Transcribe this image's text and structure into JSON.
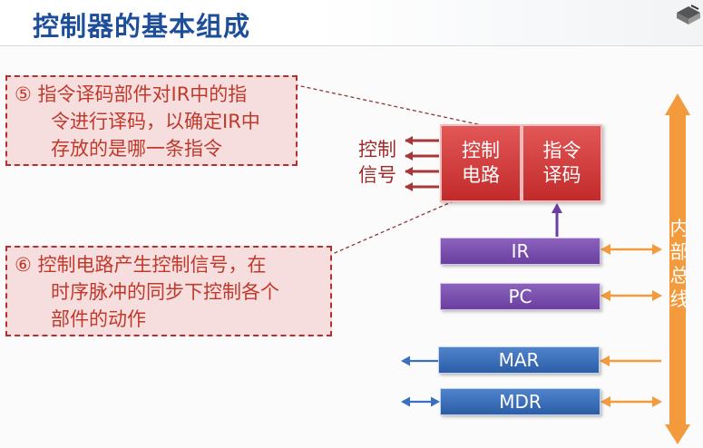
{
  "header": {
    "title": "控制器的基本组成"
  },
  "notes": {
    "note5": {
      "lines": [
        "⑤ 指令译码部件对IR中的指",
        "令进行译码，以确定IR中",
        "存放的是哪一条指令"
      ]
    },
    "note6": {
      "lines": [
        "⑥ 控制电路产生控制信号，在",
        "时序脉冲的同步下控制各个",
        "部件的动作"
      ]
    }
  },
  "control_signal_label": [
    "控制",
    "信号"
  ],
  "blocks": {
    "control_circuit": [
      "控制",
      "电路"
    ],
    "instruction_decode": [
      "指令",
      "译码"
    ]
  },
  "registers": {
    "ir": "IR",
    "pc": "PC",
    "mar": "MAR",
    "mdr": "MDR"
  },
  "internal_bus": [
    "内",
    "部",
    "总",
    "线"
  ],
  "colors": {
    "title": "#1d4e9a",
    "note_text": "#c0392b",
    "note_border": "#b43030",
    "red_block": "#c22a2a",
    "purple_register": "#6a3fa0",
    "blue_register": "#2c5ea8",
    "bus": "#f39a3c",
    "signal_arrow": "#a83838",
    "blue_arrow": "#3b6fc0"
  }
}
